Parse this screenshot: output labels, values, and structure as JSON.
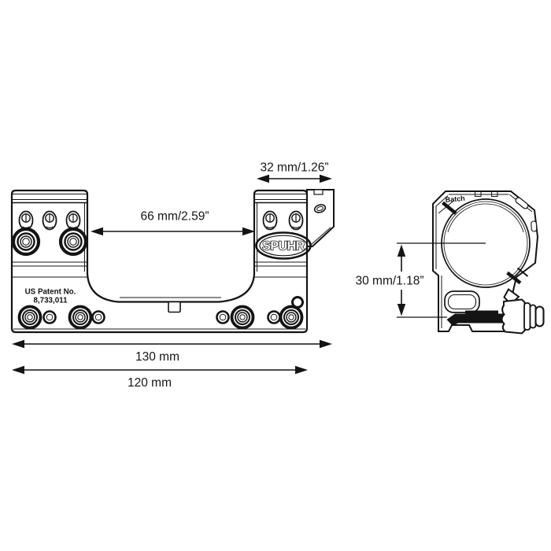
{
  "drawing": {
    "type": "technical-drawing",
    "subject": "scope mount, side view and end view",
    "line_color": "#141414",
    "background_color": "#ffffff",
    "side_view": {
      "logo_text": "SPUHR",
      "patent_line1": "US Patent No.",
      "patent_line2": "8,733,011",
      "dimensions": {
        "ring_spacing": "66 mm/2.59”",
        "cap_width": "32 mm/1.26”",
        "overall_length": "130 mm",
        "base_length": "120 mm"
      }
    },
    "end_view": {
      "batch_label": "Batch",
      "dimensions": {
        "height": "30 mm/1.18”"
      }
    }
  }
}
